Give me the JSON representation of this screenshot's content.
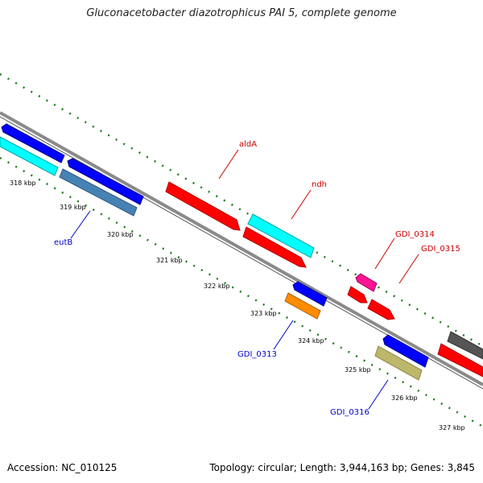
{
  "header": {
    "title": "Gluconacetobacter diazotrophicus PAI 5, complete genome"
  },
  "footer": {
    "accession": "Accession: NC_010125",
    "summary": "Topology: circular; Length: 3,944,163 bp; Genes: 3,845"
  },
  "map": {
    "kbp_labels": [
      "318 kbp",
      "319 kbp",
      "320 kbp",
      "321 kbp",
      "322 kbp",
      "323 kbp",
      "324 kbp",
      "325 kbp",
      "326 kbp",
      "327 kbp"
    ],
    "gene_labels": [
      "aldA",
      "ndh",
      "GDI_0314",
      "GDI_0315",
      "eutB",
      "GDI_0313",
      "GDI_0316"
    ],
    "colors": {
      "backbone": "#8a8a8a",
      "tick": "#1a7a1a",
      "label_forward": "#cc0000",
      "label_reverse": "#0000cc",
      "gene_red": "#ff0000",
      "gene_cyan": "#00ffff",
      "gene_blue": "#0000ff",
      "gene_steelblue": "#4682b4",
      "gene_magenta": "#ff1493",
      "gene_orange": "#ff8c00",
      "gene_khaki": "#bdb76b",
      "gene_gray": "#555555"
    }
  }
}
